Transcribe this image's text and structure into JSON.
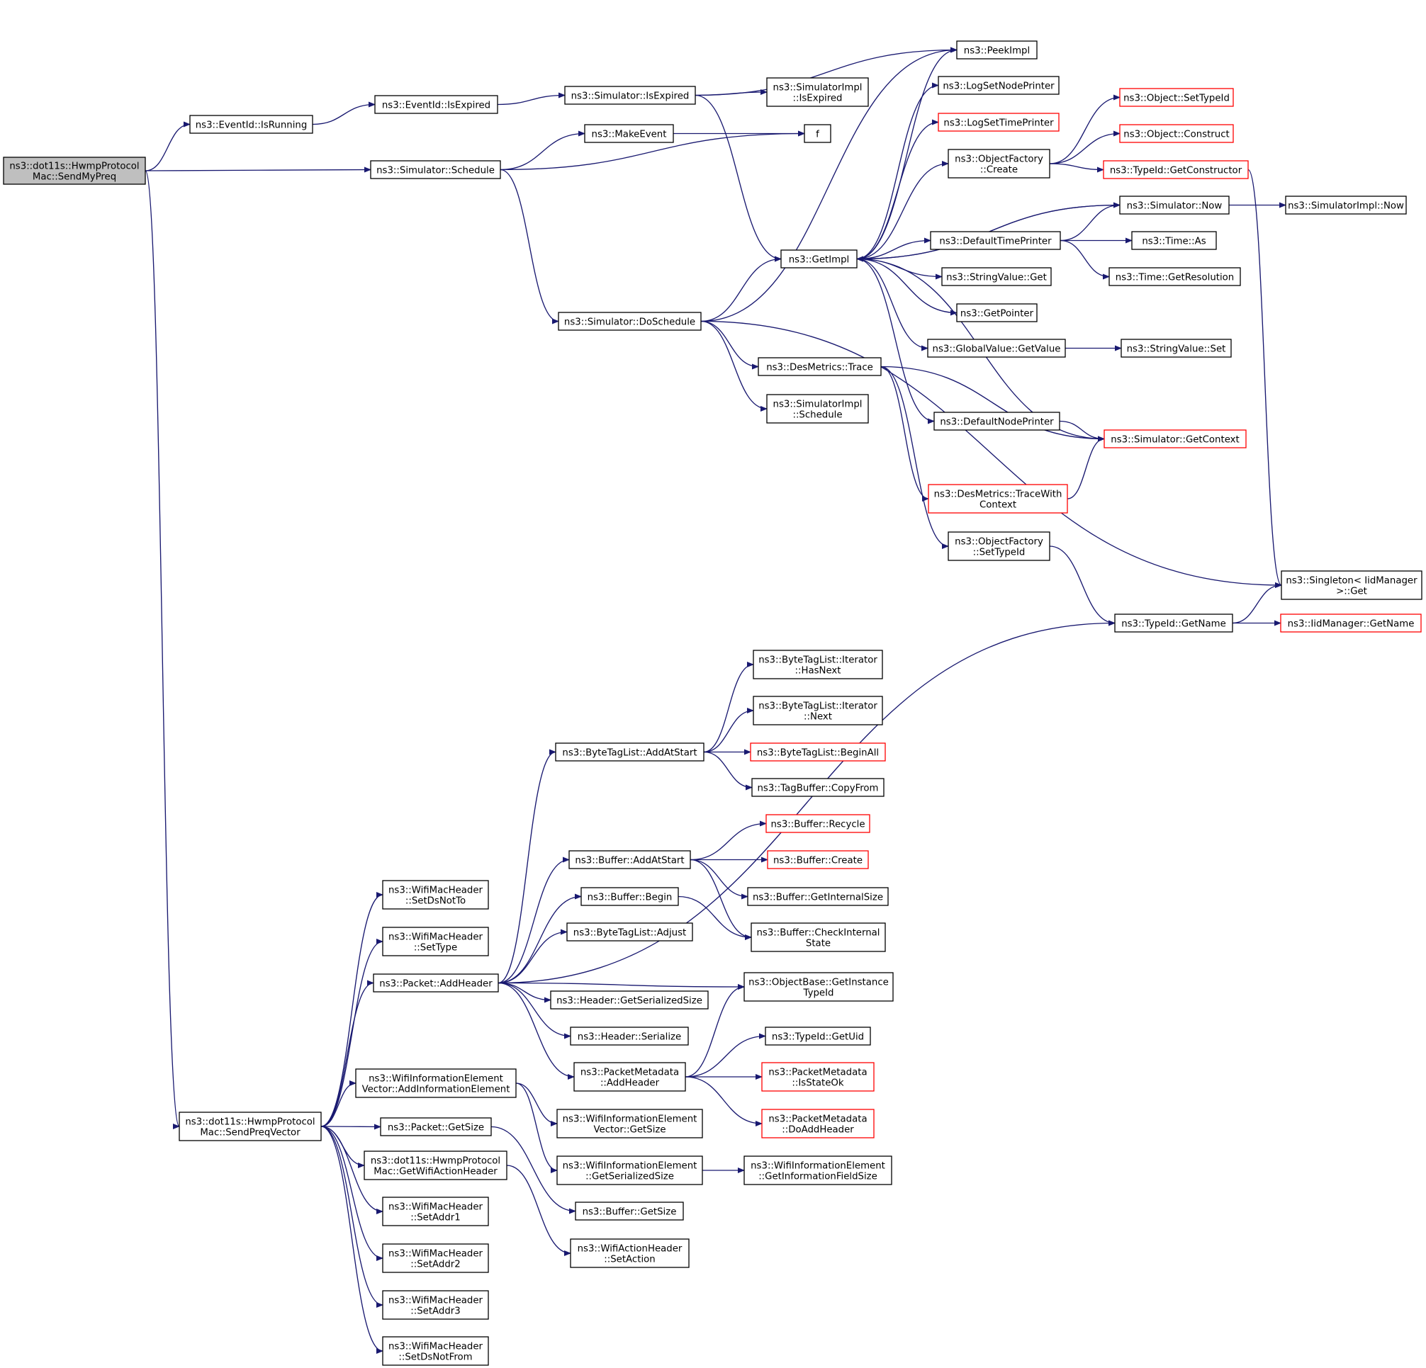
{
  "colors": {
    "edge": "#191970",
    "border": "#000000",
    "truncated_border": "#ff0000",
    "root_fill": "#bfbfbf"
  },
  "nodes": [
    {
      "id": "root",
      "lines": [
        "ns3::dot11s::HwmpProtocol",
        "Mac::SendMyPreq"
      ],
      "style": "root"
    },
    {
      "id": "isRunning",
      "lines": [
        "ns3::EventId::IsRunning"
      ]
    },
    {
      "id": "eventIsExpired",
      "lines": [
        "ns3::EventId::IsExpired"
      ]
    },
    {
      "id": "simIsExpired",
      "lines": [
        "ns3::Simulator::IsExpired"
      ]
    },
    {
      "id": "implIsExpired",
      "lines": [
        "ns3::SimulatorImpl",
        "::IsExpired"
      ]
    },
    {
      "id": "peekImpl",
      "lines": [
        "ns3::PeekImpl"
      ]
    },
    {
      "id": "schedule",
      "lines": [
        "ns3::Simulator::Schedule"
      ]
    },
    {
      "id": "makeEvent",
      "lines": [
        "ns3::MakeEvent"
      ]
    },
    {
      "id": "f",
      "lines": [
        "f"
      ]
    },
    {
      "id": "doSchedule",
      "lines": [
        "ns3::Simulator::DoSchedule"
      ]
    },
    {
      "id": "getImpl",
      "lines": [
        "ns3::GetImpl"
      ]
    },
    {
      "id": "logSetNodePrinter",
      "lines": [
        "ns3::LogSetNodePrinter"
      ]
    },
    {
      "id": "logSetTimePrinter",
      "lines": [
        "ns3::LogSetTimePrinter"
      ],
      "style": "red"
    },
    {
      "id": "ofCreate",
      "lines": [
        "ns3::ObjectFactory",
        "::Create"
      ]
    },
    {
      "id": "objSetTypeId",
      "lines": [
        "ns3::Object::SetTypeId"
      ],
      "style": "red"
    },
    {
      "id": "objConstruct",
      "lines": [
        "ns3::Object::Construct"
      ],
      "style": "red"
    },
    {
      "id": "getConstructor",
      "lines": [
        "ns3::TypeId::GetConstructor"
      ],
      "style": "red"
    },
    {
      "id": "simNow",
      "lines": [
        "ns3::Simulator::Now"
      ]
    },
    {
      "id": "implNow",
      "lines": [
        "ns3::SimulatorImpl::Now"
      ]
    },
    {
      "id": "defaultTimePrinter",
      "lines": [
        "ns3::DefaultTimePrinter"
      ]
    },
    {
      "id": "timeAs",
      "lines": [
        "ns3::Time::As"
      ]
    },
    {
      "id": "getResolution",
      "lines": [
        "ns3::Time::GetResolution"
      ]
    },
    {
      "id": "strGet",
      "lines": [
        "ns3::StringValue::Get"
      ]
    },
    {
      "id": "getPointer",
      "lines": [
        "ns3::GetPointer"
      ]
    },
    {
      "id": "gvGetValue",
      "lines": [
        "ns3::GlobalValue::GetValue"
      ]
    },
    {
      "id": "strSet",
      "lines": [
        "ns3::StringValue::Set"
      ]
    },
    {
      "id": "dmTrace",
      "lines": [
        "ns3::DesMetrics::Trace"
      ]
    },
    {
      "id": "implSchedule",
      "lines": [
        "ns3::SimulatorImpl",
        "::Schedule"
      ]
    },
    {
      "id": "defaultNodePrinter",
      "lines": [
        "ns3::DefaultNodePrinter"
      ]
    },
    {
      "id": "getContext",
      "lines": [
        "ns3::Simulator::GetContext"
      ],
      "style": "red"
    },
    {
      "id": "traceWithContext",
      "lines": [
        "ns3::DesMetrics::TraceWith",
        "Context"
      ],
      "style": "red"
    },
    {
      "id": "ofSetTypeId",
      "lines": [
        "ns3::ObjectFactory",
        "::SetTypeId"
      ]
    },
    {
      "id": "singletonGet",
      "lines": [
        "ns3::Singleton< IidManager",
        ">::Get"
      ]
    },
    {
      "id": "typeIdGetName",
      "lines": [
        "ns3::TypeId::GetName"
      ]
    },
    {
      "id": "iidGetName",
      "lines": [
        "ns3::IidManager::GetName"
      ],
      "style": "red"
    },
    {
      "id": "itHasNext",
      "lines": [
        "ns3::ByteTagList::Iterator",
        "::HasNext"
      ]
    },
    {
      "id": "itNext",
      "lines": [
        "ns3::ByteTagList::Iterator",
        "::Next"
      ]
    },
    {
      "id": "btlAddAtStart",
      "lines": [
        "ns3::ByteTagList::AddAtStart"
      ]
    },
    {
      "id": "btlBeginAll",
      "lines": [
        "ns3::ByteTagList::BeginAll"
      ],
      "style": "red"
    },
    {
      "id": "tbCopyFrom",
      "lines": [
        "ns3::TagBuffer::CopyFrom"
      ]
    },
    {
      "id": "bufRecycle",
      "lines": [
        "ns3::Buffer::Recycle"
      ],
      "style": "red"
    },
    {
      "id": "bufAddAtStart",
      "lines": [
        "ns3::Buffer::AddAtStart"
      ]
    },
    {
      "id": "bufCreate",
      "lines": [
        "ns3::Buffer::Create"
      ],
      "style": "red"
    },
    {
      "id": "bufGetInternalSize",
      "lines": [
        "ns3::Buffer::GetInternalSize"
      ]
    },
    {
      "id": "bufBegin",
      "lines": [
        "ns3::Buffer::Begin"
      ]
    },
    {
      "id": "bufCheckInternal",
      "lines": [
        "ns3::Buffer::CheckInternal",
        "State"
      ]
    },
    {
      "id": "btlAdjust",
      "lines": [
        "ns3::ByteTagList::Adjust"
      ]
    },
    {
      "id": "setDsNotTo",
      "lines": [
        "ns3::WifiMacHeader",
        "::SetDsNotTo"
      ]
    },
    {
      "id": "setType",
      "lines": [
        "ns3::WifiMacHeader",
        "::SetType"
      ]
    },
    {
      "id": "pktAddHeader",
      "lines": [
        "ns3::Packet::AddHeader"
      ]
    },
    {
      "id": "obGetInstanceTypeId",
      "lines": [
        "ns3::ObjectBase::GetInstance",
        "TypeId"
      ]
    },
    {
      "id": "hdrGetSerializedSize",
      "lines": [
        "ns3::Header::GetSerializedSize"
      ]
    },
    {
      "id": "hdrSerialize",
      "lines": [
        "ns3::Header::Serialize"
      ]
    },
    {
      "id": "typeIdGetUid",
      "lines": [
        "ns3::TypeId::GetUid"
      ]
    },
    {
      "id": "pmAddHeader",
      "lines": [
        "ns3::PacketMetadata",
        "::AddHeader"
      ]
    },
    {
      "id": "pmIsStateOk",
      "lines": [
        "ns3::PacketMetadata",
        "::IsStateOk"
      ],
      "style": "red"
    },
    {
      "id": "pmDoAddHeader",
      "lines": [
        "ns3::PacketMetadata",
        "::DoAddHeader"
      ],
      "style": "red"
    },
    {
      "id": "wieVecAddIE",
      "lines": [
        "ns3::WifiInformationElement",
        "Vector::AddInformationElement"
      ]
    },
    {
      "id": "wieVecGetSize",
      "lines": [
        "ns3::WifiInformationElement",
        "Vector::GetSize"
      ]
    },
    {
      "id": "sendPreqVector",
      "lines": [
        "ns3::dot11s::HwmpProtocol",
        "Mac::SendPreqVector"
      ]
    },
    {
      "id": "pktGetSize",
      "lines": [
        "ns3::Packet::GetSize"
      ]
    },
    {
      "id": "wieGetSerializedSize",
      "lines": [
        "ns3::WifiInformationElement",
        "::GetSerializedSize"
      ]
    },
    {
      "id": "wieGetInfoFieldSize",
      "lines": [
        "ns3::WifiInformationElement",
        "::GetInformationFieldSize"
      ]
    },
    {
      "id": "getWifiActionHeader",
      "lines": [
        "ns3::dot11s::HwmpProtocol",
        "Mac::GetWifiActionHeader"
      ]
    },
    {
      "id": "bufGetSize",
      "lines": [
        "ns3::Buffer::GetSize"
      ]
    },
    {
      "id": "setAddr1",
      "lines": [
        "ns3::WifiMacHeader",
        "::SetAddr1"
      ]
    },
    {
      "id": "wahSetAction",
      "lines": [
        "ns3::WifiActionHeader",
        "::SetAction"
      ]
    },
    {
      "id": "setAddr2",
      "lines": [
        "ns3::WifiMacHeader",
        "::SetAddr2"
      ]
    },
    {
      "id": "setAddr3",
      "lines": [
        "ns3::WifiMacHeader",
        "::SetAddr3"
      ]
    },
    {
      "id": "setDsNotFrom",
      "lines": [
        "ns3::WifiMacHeader",
        "::SetDsNotFrom"
      ]
    }
  ],
  "edges": [
    [
      "root",
      "isRunning"
    ],
    [
      "root",
      "schedule"
    ],
    [
      "root",
      "sendPreqVector"
    ],
    [
      "isRunning",
      "eventIsExpired"
    ],
    [
      "eventIsExpired",
      "simIsExpired"
    ],
    [
      "simIsExpired",
      "peekImpl"
    ],
    [
      "simIsExpired",
      "implIsExpired"
    ],
    [
      "simIsExpired",
      "getImpl"
    ],
    [
      "schedule",
      "makeEvent"
    ],
    [
      "schedule",
      "f"
    ],
    [
      "schedule",
      "doSchedule"
    ],
    [
      "makeEvent",
      "f"
    ],
    [
      "doSchedule",
      "peekImpl"
    ],
    [
      "doSchedule",
      "getImpl"
    ],
    [
      "doSchedule",
      "dmTrace"
    ],
    [
      "doSchedule",
      "implSchedule"
    ],
    [
      "doSchedule",
      "singletonGet"
    ],
    [
      "getImpl",
      "peekImpl"
    ],
    [
      "getImpl",
      "logSetNodePrinter"
    ],
    [
      "getImpl",
      "logSetTimePrinter"
    ],
    [
      "getImpl",
      "ofCreate"
    ],
    [
      "getImpl",
      "simNow"
    ],
    [
      "getImpl",
      "defaultTimePrinter"
    ],
    [
      "getImpl",
      "strGet"
    ],
    [
      "getImpl",
      "getPointer"
    ],
    [
      "getImpl",
      "gvGetValue"
    ],
    [
      "getImpl",
      "defaultNodePrinter"
    ],
    [
      "ofCreate",
      "objSetTypeId"
    ],
    [
      "ofCreate",
      "objConstruct"
    ],
    [
      "ofCreate",
      "getConstructor"
    ],
    [
      "getConstructor",
      "singletonGet"
    ],
    [
      "simNow",
      "implNow"
    ],
    [
      "simNow",
      "getImpl"
    ],
    [
      "defaultTimePrinter",
      "simNow"
    ],
    [
      "defaultTimePrinter",
      "timeAs"
    ],
    [
      "defaultTimePrinter",
      "getResolution"
    ],
    [
      "gvGetValue",
      "strSet"
    ],
    [
      "dmTrace",
      "getContext"
    ],
    [
      "dmTrace",
      "traceWithContext"
    ],
    [
      "dmTrace",
      "ofSetTypeId"
    ],
    [
      "defaultNodePrinter",
      "getContext"
    ],
    [
      "getContext",
      "getImpl"
    ],
    [
      "traceWithContext",
      "getContext"
    ],
    [
      "ofSetTypeId",
      "typeIdGetName"
    ],
    [
      "typeIdGetName",
      "singletonGet"
    ],
    [
      "typeIdGetName",
      "iidGetName"
    ],
    [
      "btlAddAtStart",
      "itHasNext"
    ],
    [
      "btlAddAtStart",
      "itNext"
    ],
    [
      "btlAddAtStart",
      "btlBeginAll"
    ],
    [
      "btlAddAtStart",
      "tbCopyFrom"
    ],
    [
      "bufAddAtStart",
      "bufRecycle"
    ],
    [
      "bufAddAtStart",
      "bufCreate"
    ],
    [
      "bufAddAtStart",
      "bufGetInternalSize"
    ],
    [
      "bufAddAtStart",
      "bufCheckInternal"
    ],
    [
      "bufBegin",
      "bufCheckInternal"
    ],
    [
      "pktAddHeader",
      "typeIdGetName"
    ],
    [
      "pktAddHeader",
      "btlAddAtStart"
    ],
    [
      "pktAddHeader",
      "bufAddAtStart"
    ],
    [
      "pktAddHeader",
      "bufBegin"
    ],
    [
      "pktAddHeader",
      "btlAdjust"
    ],
    [
      "pktAddHeader",
      "obGetInstanceTypeId"
    ],
    [
      "pktAddHeader",
      "hdrGetSerializedSize"
    ],
    [
      "pktAddHeader",
      "hdrSerialize"
    ],
    [
      "pktAddHeader",
      "pmAddHeader"
    ],
    [
      "pmAddHeader",
      "obGetInstanceTypeId"
    ],
    [
      "pmAddHeader",
      "typeIdGetUid"
    ],
    [
      "pmAddHeader",
      "pmIsStateOk"
    ],
    [
      "pmAddHeader",
      "pmDoAddHeader"
    ],
    [
      "sendPreqVector",
      "setDsNotTo"
    ],
    [
      "sendPreqVector",
      "setType"
    ],
    [
      "sendPreqVector",
      "pktAddHeader"
    ],
    [
      "sendPreqVector",
      "wieVecAddIE"
    ],
    [
      "sendPreqVector",
      "pktGetSize"
    ],
    [
      "sendPreqVector",
      "getWifiActionHeader"
    ],
    [
      "sendPreqVector",
      "setAddr1"
    ],
    [
      "sendPreqVector",
      "setAddr2"
    ],
    [
      "sendPreqVector",
      "setAddr3"
    ],
    [
      "sendPreqVector",
      "setDsNotFrom"
    ],
    [
      "wieVecAddIE",
      "wieVecGetSize"
    ],
    [
      "wieVecAddIE",
      "wieGetSerializedSize"
    ],
    [
      "wieGetSerializedSize",
      "wieGetInfoFieldSize"
    ],
    [
      "pktGetSize",
      "bufGetSize"
    ],
    [
      "getWifiActionHeader",
      "wahSetAction"
    ]
  ]
}
